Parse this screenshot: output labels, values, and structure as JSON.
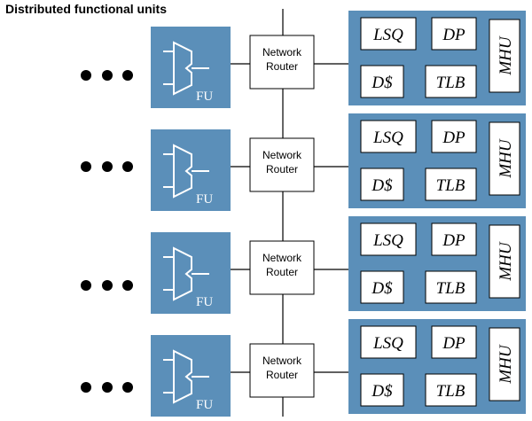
{
  "title": "Distributed functional units",
  "rows": [
    {
      "fu_label": "FU",
      "router_line1": "Network",
      "router_line2": "Router",
      "lsq": "LSQ",
      "dp": "DP",
      "dcache": "D$",
      "tlb": "TLB",
      "mhu": "MHU"
    },
    {
      "fu_label": "FU",
      "router_line1": "Network",
      "router_line2": "Router",
      "lsq": "LSQ",
      "dp": "DP",
      "dcache": "D$",
      "tlb": "TLB",
      "mhu": "MHU"
    },
    {
      "fu_label": "FU",
      "router_line1": "Network",
      "router_line2": "Router",
      "lsq": "LSQ",
      "dp": "DP",
      "dcache": "D$",
      "tlb": "TLB",
      "mhu": "MHU"
    },
    {
      "fu_label": "FU",
      "router_line1": "Network",
      "router_line2": "Router",
      "lsq": "LSQ",
      "dp": "DP",
      "dcache": "D$",
      "tlb": "TLB",
      "mhu": "MHU"
    }
  ],
  "colors": {
    "block_fill": "#5b8fb9",
    "box_fill": "#ffffff",
    "line": "#000000"
  }
}
